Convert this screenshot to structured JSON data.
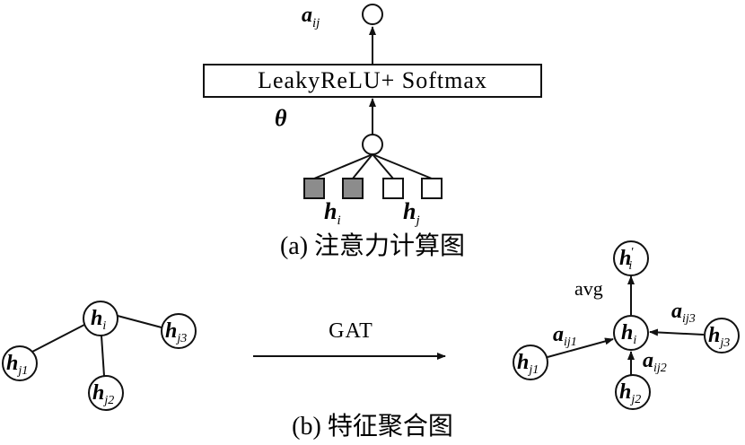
{
  "part_a": {
    "output_label": {
      "base": "a",
      "sub": "ij"
    },
    "layer_box_label": "LeakyReLU+ Softmax",
    "theta_label": "θ",
    "hi_label": {
      "base": "h",
      "sub": "i"
    },
    "hj_label": {
      "base": "h",
      "sub": "j"
    },
    "caption": "(a) 注意力计算图"
  },
  "part_b": {
    "left_graph": {
      "center": {
        "base": "h",
        "sub": "i"
      },
      "n1": {
        "base": "h",
        "sub": "j1"
      },
      "n2": {
        "base": "h",
        "sub": "j2"
      },
      "n3": {
        "base": "h",
        "sub": "j3"
      }
    },
    "arrow_label": "GAT",
    "right_graph": {
      "output": {
        "base": "h",
        "sub": "i",
        "prime": "'"
      },
      "avg_label": "avg",
      "center": {
        "base": "h",
        "sub": "i"
      },
      "n1": {
        "base": "h",
        "sub": "j1"
      },
      "n2": {
        "base": "h",
        "sub": "j2"
      },
      "n3": {
        "base": "h",
        "sub": "j3"
      },
      "w1": {
        "base": "a",
        "sub": "ij1"
      },
      "w2": {
        "base": "a",
        "sub": "ij2"
      },
      "w3": {
        "base": "a",
        "sub": "ij3"
      }
    },
    "caption": "(b) 特征聚合图"
  },
  "colors": {
    "ink": "#111111",
    "filled_square": "#8c8c8c"
  }
}
